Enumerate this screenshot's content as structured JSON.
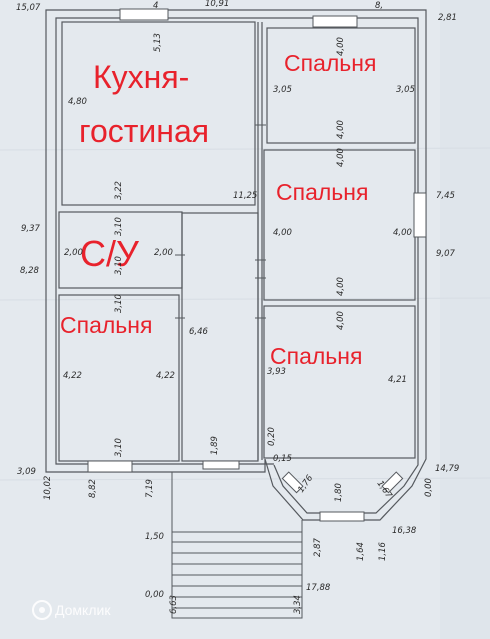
{
  "rooms": {
    "kitchen_line1": "Кухня-",
    "kitchen_line2": "гостиная",
    "bedroom_top_right": "Спальня",
    "bedroom_mid_right": "Спальня",
    "bathroom": "С/У",
    "bedroom_left": "Спальня",
    "bedroom_bottom_right": "Спальня"
  },
  "dims": {
    "d_15_07": "15,07",
    "d_10_91": "10,91",
    "d_2_81": "2,81",
    "d_4_top": "4",
    "d_8_top": "8,",
    "d_5_13": "5,13",
    "d_4_80": "4,80",
    "d_3_22": "3,22",
    "d_4_00_a": "4,00",
    "d_3_05_a": "3,05",
    "d_3_05_b": "3,05",
    "d_4_00_b": "4,00",
    "d_4_00_c": "4,00",
    "d_11_25": "11,25",
    "d_7_45": "7,45",
    "d_4_00_d": "4,00",
    "d_4_00_e": "4,00",
    "d_9_07": "9,07",
    "d_4_00_f": "4,00",
    "d_9_37": "9,37",
    "d_8_28": "8,28",
    "d_2_00_a": "2,00",
    "d_2_00_b": "2,00",
    "d_3_10_a": "3,10",
    "d_3_10_b": "3,10",
    "d_3_10_c": "3,10",
    "d_6_46": "6,46",
    "d_4_00_g": "4,00",
    "d_3_93": "3,93",
    "d_4_21": "4,21",
    "d_4_22_a": "4,22",
    "d_4_22_b": "4,22",
    "d_3_10_d": "3,10",
    "d_1_89": "1,89",
    "d_0_20": "0,20",
    "d_0_15": "0,15",
    "d_3_09": "3,09",
    "d_14_79": "14,79",
    "d_10_02": "10,02",
    "d_8_82": "8,82",
    "d_7_19": "7,19",
    "d_1_76": "1,76",
    "d_1_80": "1,80",
    "d_1_67": "1,67",
    "d_0_00_r": "0,00",
    "d_16_38": "16,38",
    "d_1_50": "1,50",
    "d_2_87": "2,87",
    "d_1_64": "1,64",
    "d_1_16": "1,16",
    "d_17_88": "17,88",
    "d_0_00_b": "0,00",
    "d_6_63": "6,63",
    "d_3_34": "3,34"
  },
  "watermark": "Домклик"
}
